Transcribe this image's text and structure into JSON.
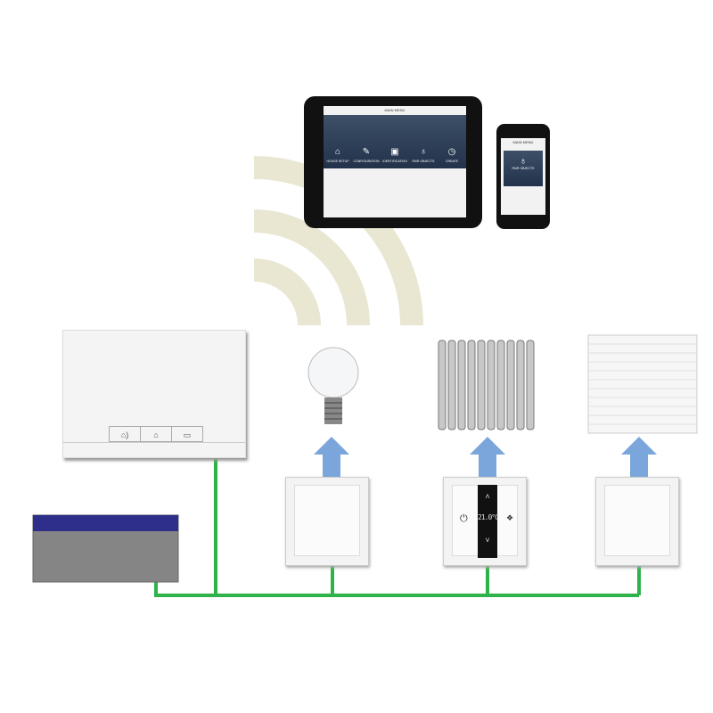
{
  "tablet": {
    "header": "MAIN MENU",
    "menu": [
      {
        "label": "HOUSE SETUP",
        "icon": "house-icon"
      },
      {
        "label": "CONFIGURATION",
        "icon": "tools-icon"
      },
      {
        "label": "IDENTIFICATION",
        "icon": "id-icon"
      },
      {
        "label": "PAIR OBJECTS",
        "icon": "bulb-icon"
      },
      {
        "label": "CREATE",
        "icon": "timer-icon"
      }
    ]
  },
  "phone": {
    "header": "MAIN MENU",
    "item": "PAIR OBJECTS"
  },
  "thermostat": {
    "temperature": "21.0°C"
  },
  "colors": {
    "bus": "#2db34a",
    "arrow": "#6f9fd8",
    "wifi": "#e9e7d2",
    "psu_band": "#2e2f8a",
    "psu_body": "#858585"
  }
}
